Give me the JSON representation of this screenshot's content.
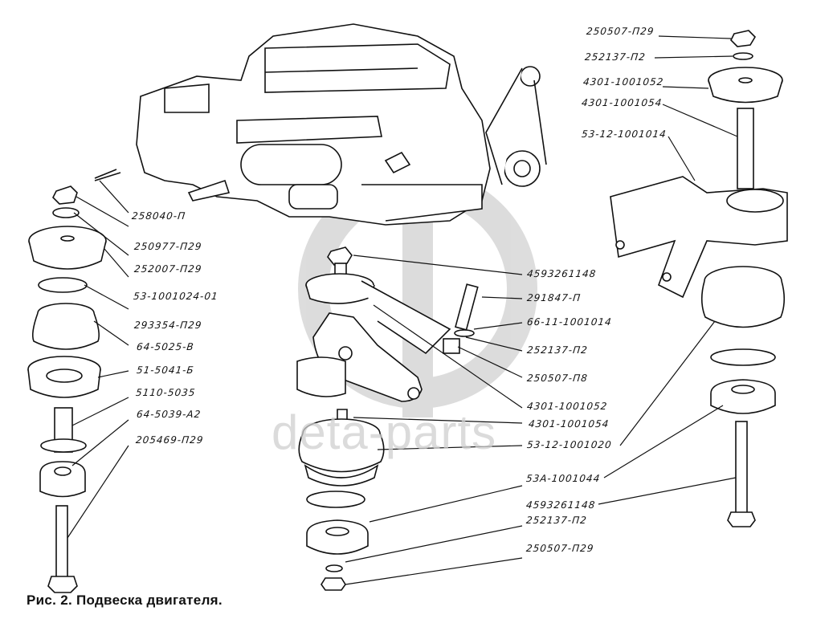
{
  "figure": {
    "caption": "Рис. 2. Подвеска двигателя.",
    "watermark": "deta-parts",
    "colors": {
      "ink": "#111111",
      "watermark": "#cccccc",
      "background": "#ffffff"
    }
  },
  "labels": {
    "rear_left_stack": [
      "258040-П",
      "250977-П29",
      "252007-П29",
      "53-1001024-01",
      "293354-П29",
      "64-5025-В",
      "51-5041-Б",
      "5110-5035",
      "64-5039-А2",
      "205469-П29"
    ],
    "center_stack": [
      "4593261148",
      "291847-П",
      "66-11-1001014",
      "252137-П2",
      "250507-П8",
      "4301-1001052",
      "4301-1001054",
      "53-12-1001020",
      "53А-1001044",
      "4593261148",
      "252137-П2",
      "250507-П29"
    ],
    "right_top_stack": [
      "250507-П29",
      "252137-П2",
      "4301-1001052",
      "4301-1001054",
      "53-12-1001014"
    ]
  }
}
